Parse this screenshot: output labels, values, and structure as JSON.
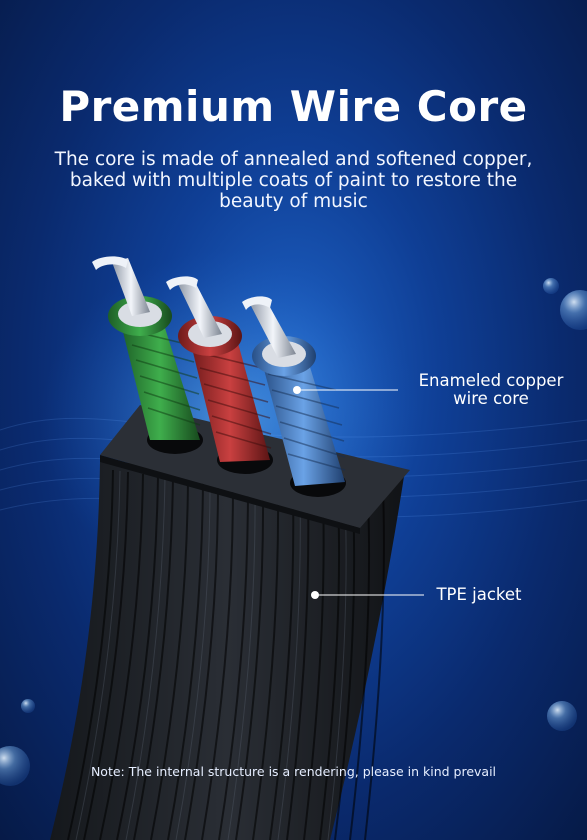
{
  "header": {
    "title": "Premium Wire Core",
    "subtitle": "The core is made of annealed and softened copper, baked with multiple coats of paint to restore the beauty of music"
  },
  "callouts": {
    "core_label": "Enameled copper wire core",
    "jacket_label": "TPE jacket"
  },
  "footer": {
    "note": "Note: The internal structure is a rendering, please in kind prevail"
  },
  "colors": {
    "background": "#0f3f96",
    "wire_green": "#2e8b3a",
    "wire_red": "#a52a2a",
    "wire_blue": "#3f78c0",
    "jacket": "#1c1f24"
  }
}
